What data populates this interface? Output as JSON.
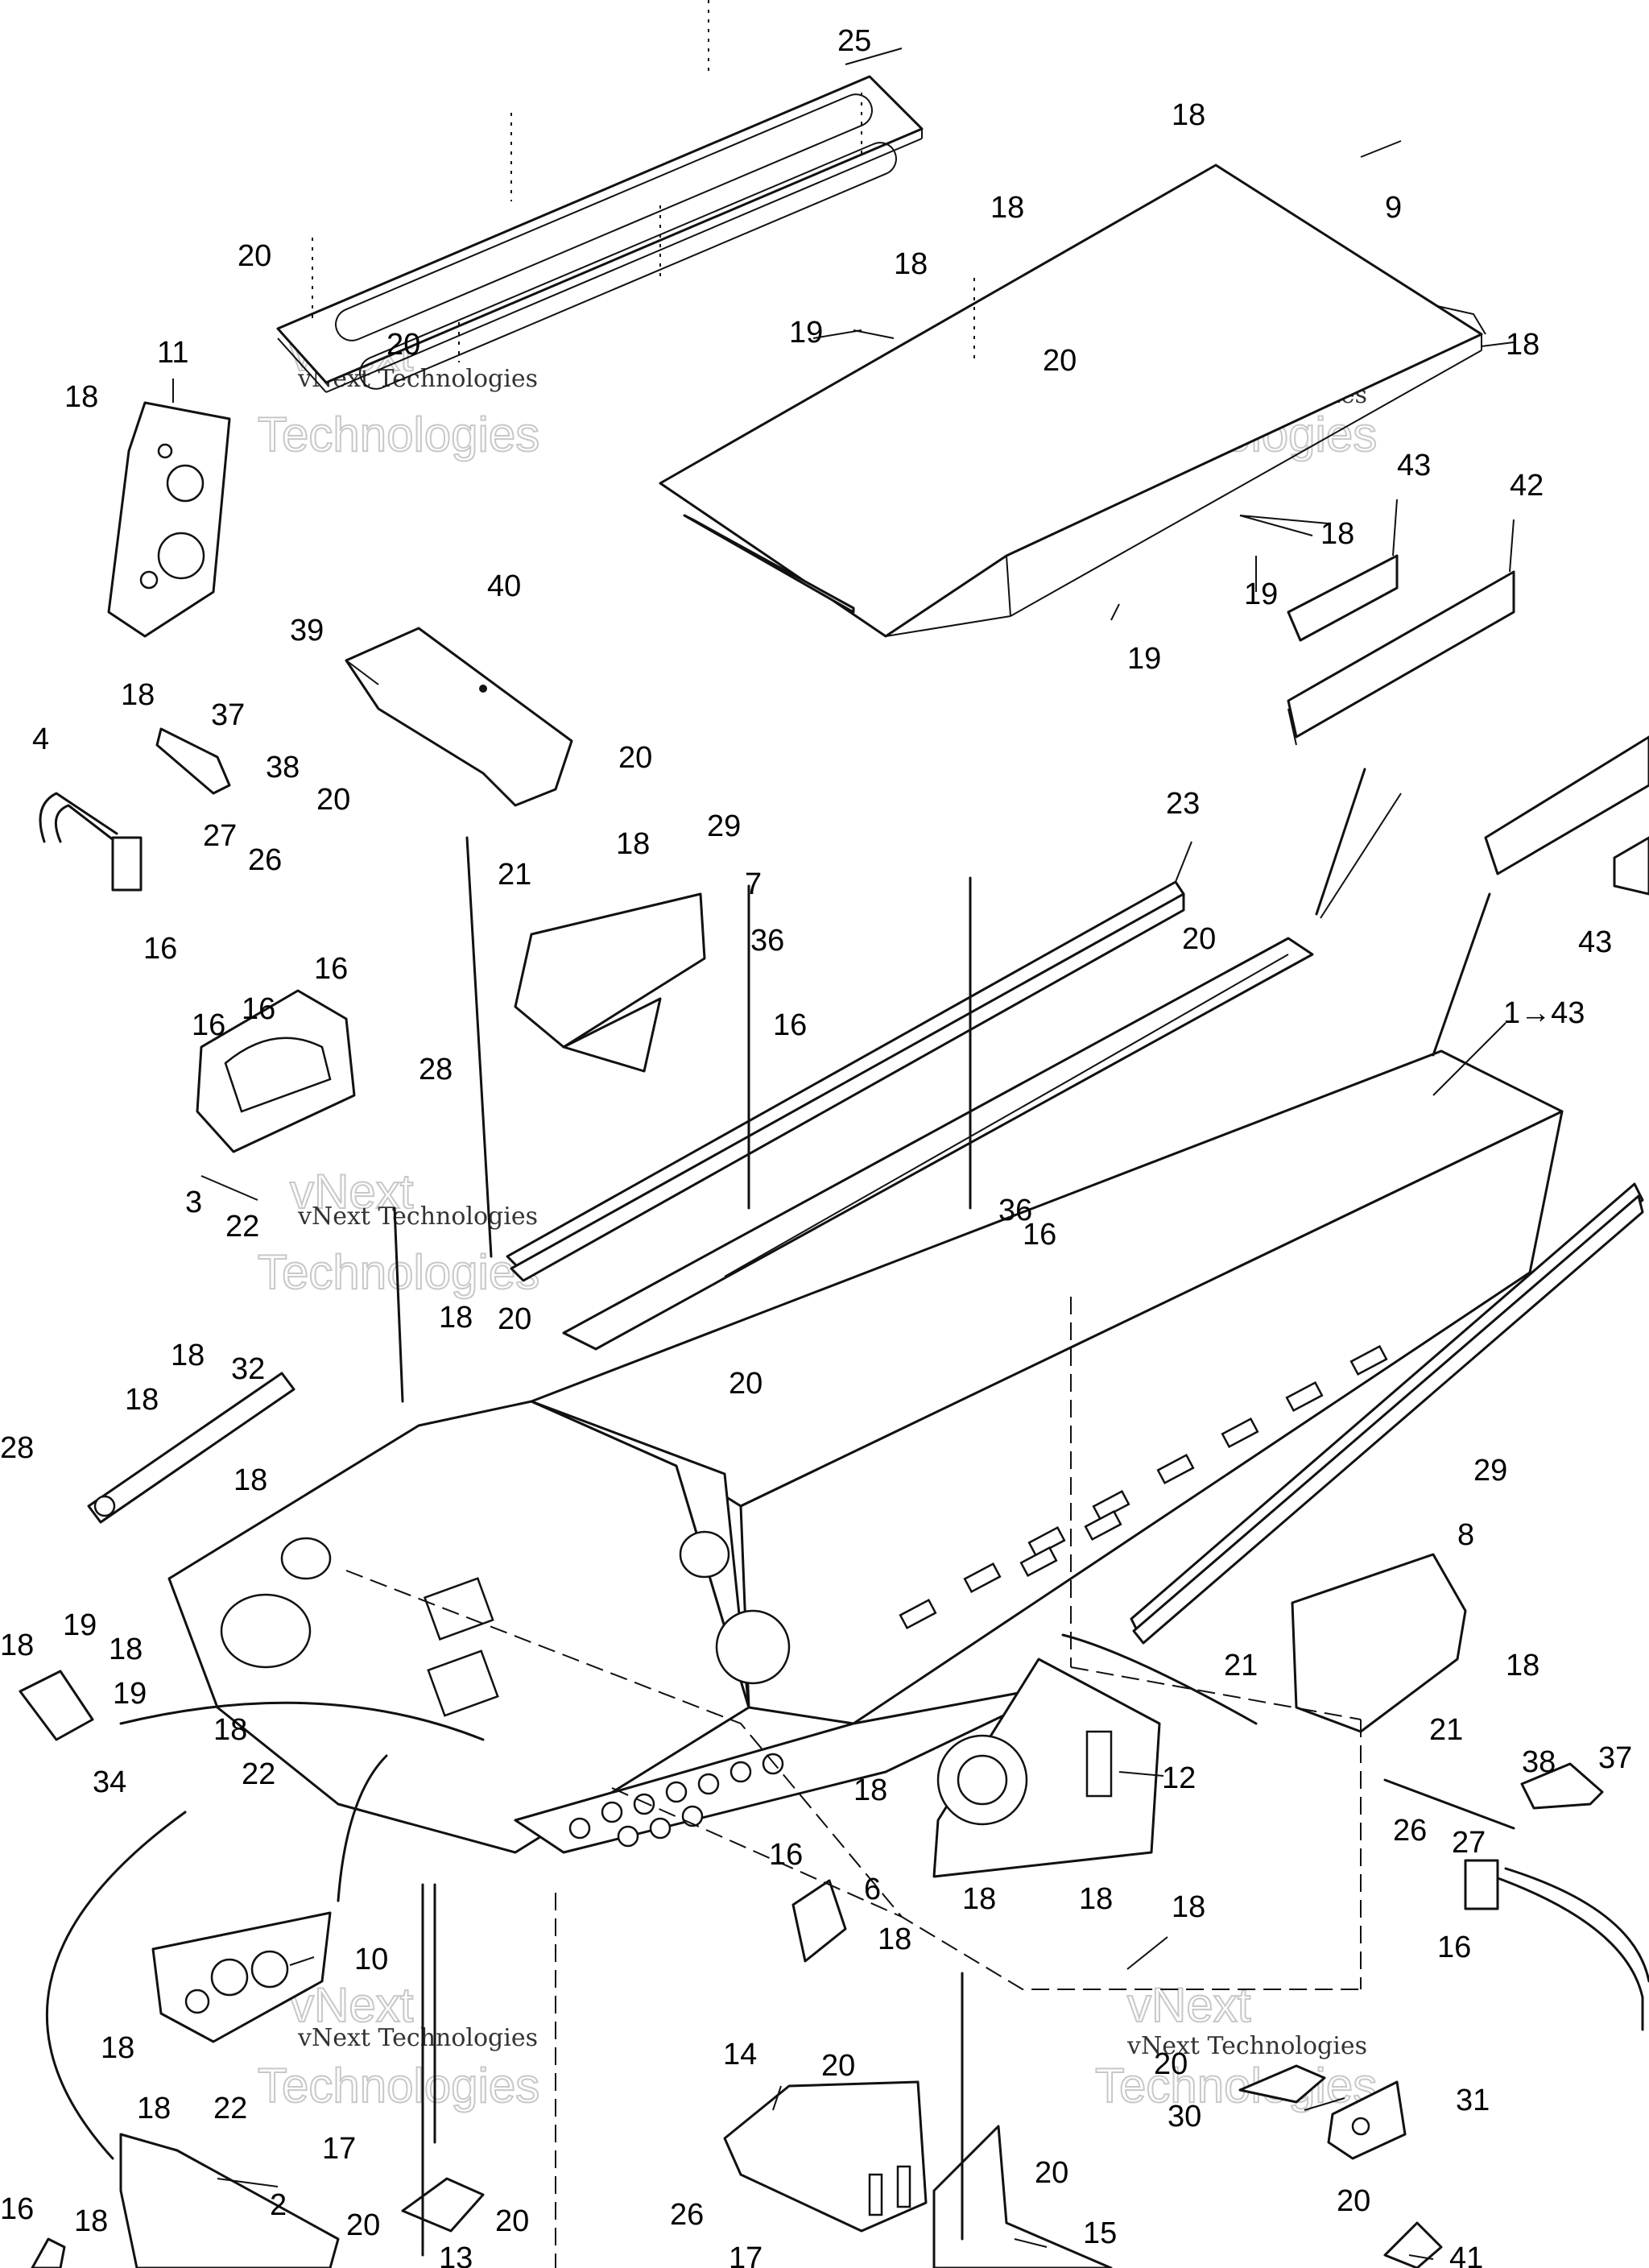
{
  "watermark": {
    "line1": "vNext",
    "line2": "Technologies",
    "caption": "vNext Technologies"
  },
  "callouts": [
    "25",
    "20",
    "20",
    "18",
    "9",
    "18",
    "18",
    "19",
    "20",
    "18",
    "11",
    "18",
    "18",
    "43",
    "42",
    "18",
    "19",
    "19",
    "40",
    "39",
    "37",
    "38",
    "4",
    "27",
    "26",
    "16",
    "20",
    "20",
    "21",
    "18",
    "29",
    "7",
    "36",
    "16",
    "23",
    "20",
    "43",
    "1→43",
    "16",
    "16",
    "16",
    "28",
    "3",
    "22",
    "36",
    "16",
    "32",
    "18",
    "18",
    "28",
    "18",
    "20",
    "18",
    "20",
    "29",
    "8",
    "21",
    "18",
    "21",
    "19",
    "18",
    "18",
    "19",
    "34",
    "18",
    "22",
    "12",
    "18",
    "6",
    "18",
    "18",
    "18",
    "18",
    "16",
    "38",
    "37",
    "26",
    "27",
    "16",
    "10",
    "18",
    "18",
    "22",
    "17",
    "16",
    "18",
    "2",
    "20",
    "13",
    "20",
    "14",
    "20",
    "26",
    "17",
    "20",
    "15",
    "20",
    "30",
    "31",
    "20",
    "41"
  ]
}
